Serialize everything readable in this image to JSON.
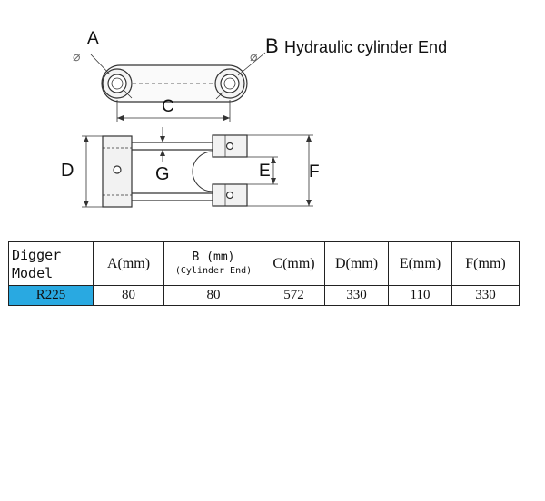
{
  "diagram": {
    "label_a": "A",
    "label_b": "B",
    "label_b_desc": "Hydraulic cylinder End",
    "label_c": "C",
    "label_d": "D",
    "label_e": "E",
    "label_f": "F",
    "label_g": "G",
    "phi_symbol": "⌀"
  },
  "table": {
    "headers": {
      "model_line1": "Digger",
      "model_line2": "Model",
      "a": "A(mm)",
      "b_main": "B (mm)",
      "b_sub": "(Cylinder End)",
      "c": "C(mm)",
      "d": "D(mm)",
      "e": "E(mm)",
      "f": "F(mm)"
    },
    "rows": [
      {
        "model": "R225",
        "a": "80",
        "b": "80",
        "c": "572",
        "d": "330",
        "e": "110",
        "f": "330"
      }
    ]
  },
  "colors": {
    "model_highlight": "#29a9e1",
    "line": "#333333"
  }
}
